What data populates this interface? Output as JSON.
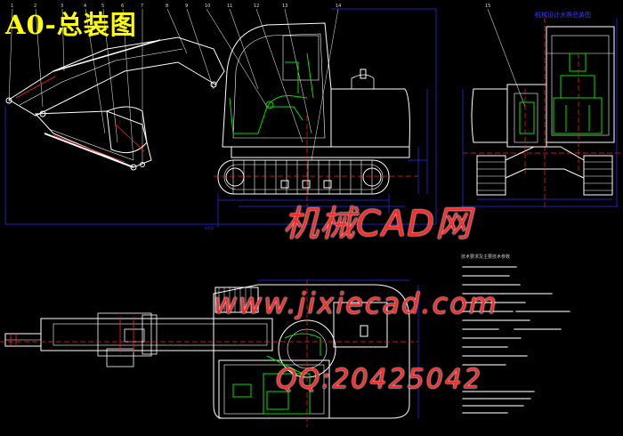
{
  "drawing": {
    "title": "A0-总装图",
    "sheet_title_small": "机械设计大赛总装图",
    "notes_title": "技术要求及主要技术参数"
  },
  "callouts": [
    "1",
    "2",
    "3",
    "4",
    "5",
    "6",
    "7",
    "8",
    "9",
    "10",
    "11",
    "12",
    "13",
    "14",
    "15"
  ],
  "watermarks": {
    "site_cn": "机械CAD网",
    "url": "www.jixiecad.com",
    "qq": "QQ:20425042"
  },
  "colors": {
    "background": "#000000",
    "outline": "#ffffff",
    "dimension": "#2d2dff",
    "hydraulic": "#00e000",
    "centerline": "#ff2020",
    "title": "#ffff00",
    "watermark": "#ff2a2a"
  }
}
